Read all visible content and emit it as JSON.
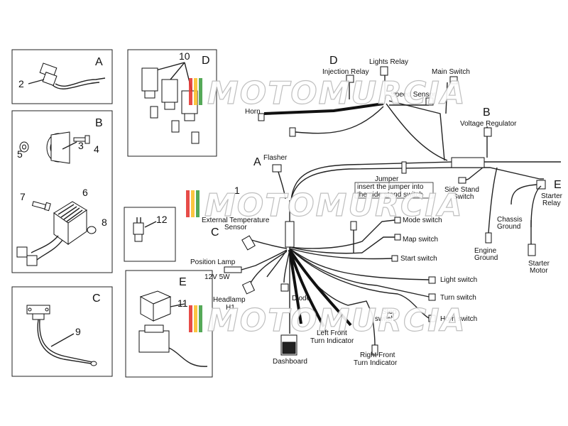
{
  "inset_labels": {
    "a": "A",
    "b": "B",
    "c": "C",
    "d": "D",
    "e": "E"
  },
  "part_numbers": {
    "n1": "1",
    "n2": "2",
    "n3": "3",
    "n4": "4",
    "n5": "5",
    "n6": "6",
    "n7": "7",
    "n8": "8",
    "n9": "9",
    "n10": "10",
    "n11": "11",
    "n12": "12"
  },
  "callouts": {
    "d": "D",
    "b": "B",
    "a": "A",
    "c": "C",
    "e": "E"
  },
  "components": {
    "injection_relay": "Injection Relay",
    "lights_relay": "Lights Relay",
    "main_switch": "Main Switch",
    "speed_sensor": "Speed Sensor",
    "horn": "Horn",
    "voltage_regulator": "Voltage Regulator",
    "flasher": "Flasher",
    "jumper": "Jumper",
    "jumper_note_1": "insert the jumper into",
    "jumper_note_2": "the side stand switch",
    "side_stand_switch_1": "Side Stand",
    "side_stand_switch_2": "Switch",
    "starter_relay_1": "Starter",
    "starter_relay_2": "Relay",
    "chassis_ground_1": "Chassis",
    "chassis_ground_2": "Ground",
    "engine_ground_1": "Engine",
    "engine_ground_2": "Ground",
    "starter_motor_1": "Starter",
    "starter_motor_2": "Motor",
    "mode_switch": "Mode switch",
    "map_switch": "Map switch",
    "start_switch": "Start switch",
    "ext_temp_sensor_1": "External Temperature",
    "ext_temp_sensor_2": "Sensor",
    "position_lamp_1": "Position Lamp",
    "position_lamp_2": "12V 5W",
    "headlamp_1": "Headlamp",
    "headlamp_2": "H1",
    "diode": "Diode",
    "light_switch": "Light switch",
    "turn_switch": "Turn switch",
    "horn_switch": "Horn switch",
    "stop_switch_1": "Stop",
    "stop_switch_2": "switch",
    "left_front_turn_1": "Left Front",
    "left_front_turn_2": "Turn Indicator",
    "right_front_turn_1": "Right Front",
    "right_front_turn_2": "Turn Indicator",
    "dashboard": "Dashboard"
  },
  "watermark": "MOTOMURCIA",
  "colors": {
    "line": "#222222",
    "watermark_stripe_1": "#e53935",
    "watermark_stripe_2": "#fbc02d",
    "watermark_stripe_3": "#43a047"
  }
}
